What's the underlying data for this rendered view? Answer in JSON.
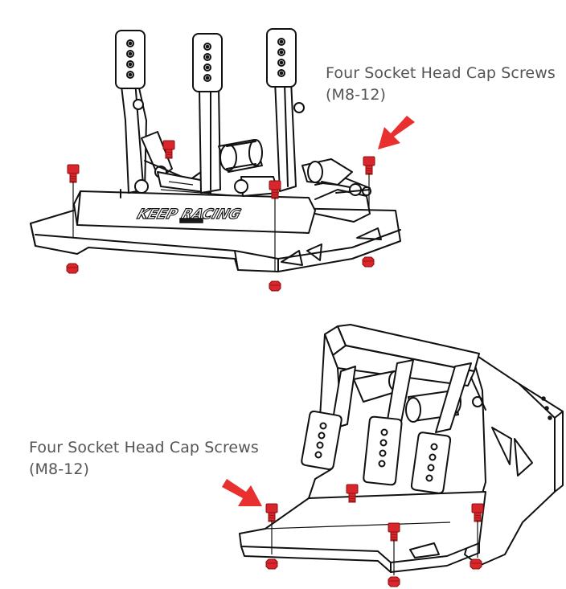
{
  "labels": {
    "top_line1": "Four Socket Head Cap Screws",
    "top_line2": "(M8-12)",
    "bottom_line1": "Four Socket Head Cap Screws",
    "bottom_line2": "(M8-12)"
  },
  "logo_text": "KEEP RACING",
  "colors": {
    "screw": "#d9262c",
    "arrow": "#e8312e",
    "line": "#111111",
    "text": "#555555"
  },
  "icons": [
    "arrow-icon",
    "screw-icon",
    "nut-icon"
  ]
}
